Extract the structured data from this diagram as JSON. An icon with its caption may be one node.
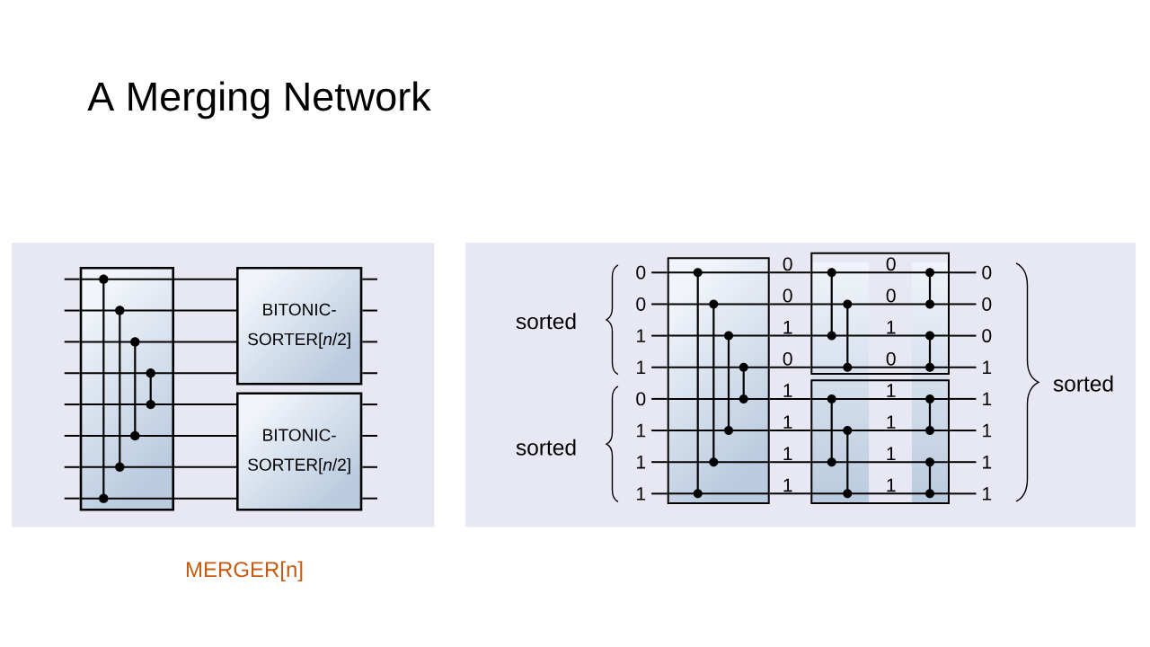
{
  "diagram": {
    "title": "A Merging Network",
    "caption": "MERGER[n]",
    "nodes": [
      {
        "text": [],
        "shape": "box"
      },
      {
        "text": [
          "BITONIC- SORTER[*n*/2]"
        ]
      },
      {
        "text": [
          "BITONIC- SORTER[*n*/2]"
        ]
      },
      {
        "text": [
          "0"
        ]
      },
      {
        "text": [
          "0"
        ]
      },
      {
        "text": [
          "1"
        ]
      },
      {
        "text": [
          "1"
        ]
      },
      {
        "text": [
          "0"
        ]
      },
      {
        "text": [
          "1"
        ]
      },
      {
        "text": [
          "1"
        ]
      },
      {
        "text": [
          "1"
        ]
      },
      {
        "text": [],
        "shape": "box"
      },
      {
        "text": [],
        "shape": "box"
      },
      {
        "text": [],
        "shape": "box"
      },
      {
        "text": [
          "0"
        ]
      },
      {
        "text": [
          "0"
        ]
      },
      {
        "text": [
          "0"
        ]
      },
      {
        "text": [
          "1"
        ]
      },
      {
        "text": [
          "1"
        ]
      },
      {
        "text": [
          "1"
        ]
      },
      {
        "text": [
          "1"
        ]
      },
      {
        "text": [
          "1"
        ]
      }
    ],
    "edges": [
      {
        "from": null,
        "to": 0,
        "arrow": "none"
      },
      {
        "from": null,
        "to": 0,
        "arrow": "none"
      },
      {
        "from": null,
        "to": 0,
        "arrow": "none"
      },
      {
        "from": null,
        "to": 0,
        "arrow": "none"
      },
      {
        "from": null,
        "to": 0,
        "arrow": "none"
      },
      {
        "from": null,
        "to": 0,
        "arrow": "none"
      },
      {
        "from": null,
        "to": 0,
        "arrow": "none"
      },
      {
        "from": null,
        "to": 0,
        "arrow": "none"
      },
      {
        "from": 0,
        "to": 1,
        "arrow": "none"
      },
      {
        "from": 0,
        "to": 1,
        "arrow": "none"
      },
      {
        "from": 0,
        "to": 1,
        "arrow": "none"
      },
      {
        "from": 0,
        "to": 1,
        "arrow": "none"
      },
      {
        "from": 0,
        "to": 2,
        "arrow": "none"
      },
      {
        "from": 0,
        "to": 2,
        "arrow": "none"
      },
      {
        "from": 0,
        "to": 2,
        "arrow": "none"
      },
      {
        "from": 0,
        "to": 2,
        "arrow": "none"
      },
      {
        "from": 1,
        "to": null,
        "arrow": "none"
      },
      {
        "from": 1,
        "to": null,
        "arrow": "none"
      },
      {
        "from": 1,
        "to": null,
        "arrow": "none"
      },
      {
        "from": 1,
        "to": null,
        "arrow": "none"
      },
      {
        "from": 2,
        "to": null,
        "arrow": "none"
      },
      {
        "from": 2,
        "to": null,
        "arrow": "none"
      },
      {
        "from": 2,
        "to": null,
        "arrow": "none"
      },
      {
        "from": 2,
        "to": null,
        "arrow": "none"
      },
      {
        "from": 3,
        "to": 11,
        "arrow": "none"
      },
      {
        "from": 4,
        "to": 11,
        "arrow": "none"
      },
      {
        "from": 5,
        "to": 11,
        "arrow": "none"
      },
      {
        "from": 6,
        "to": 11,
        "arrow": "none"
      },
      {
        "from": 7,
        "to": 11,
        "arrow": "none"
      },
      {
        "from": 8,
        "to": 11,
        "arrow": "none"
      },
      {
        "from": 9,
        "to": 11,
        "arrow": "none"
      },
      {
        "from": 10,
        "to": 11,
        "arrow": "none"
      },
      {
        "from": 11,
        "to": 12,
        "arrow": "none"
      },
      {
        "from": 11,
        "to": 12,
        "arrow": "none"
      },
      {
        "from": 11,
        "to": 12,
        "arrow": "none"
      },
      {
        "from": 11,
        "to": 12,
        "arrow": "none"
      },
      {
        "from": 11,
        "to": 13,
        "arrow": "none"
      },
      {
        "from": 11,
        "to": 13,
        "arrow": "none"
      },
      {
        "from": 11,
        "to": 13,
        "arrow": "none"
      },
      {
        "from": 11,
        "to": 13,
        "arrow": "none"
      },
      {
        "from": 12,
        "to": 14,
        "arrow": "none"
      },
      {
        "from": 12,
        "to": 15,
        "arrow": "none"
      },
      {
        "from": 12,
        "to": 16,
        "arrow": "none"
      },
      {
        "from": 12,
        "to": 17,
        "arrow": "none"
      },
      {
        "from": 13,
        "to": 18,
        "arrow": "none"
      },
      {
        "from": 13,
        "to": 19,
        "arrow": "none"
      },
      {
        "from": 13,
        "to": 20,
        "arrow": "none"
      },
      {
        "from": 13,
        "to": 21,
        "arrow": "none"
      }
    ],
    "labels": [
      "sorted",
      "sorted",
      "0",
      "0",
      "1",
      "0",
      "1",
      "1",
      "1",
      "1",
      "0",
      "0",
      "1",
      "0",
      "1",
      "1",
      "1",
      "1",
      "sorted"
    ]
  }
}
